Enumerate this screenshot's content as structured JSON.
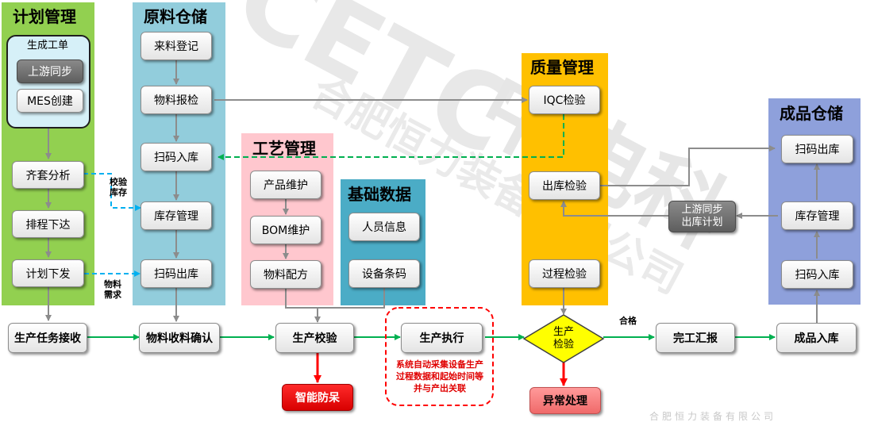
{
  "sections": {
    "plan": "计划管理",
    "raw_warehouse": "原料仓储",
    "process": "工艺管理",
    "base_data": "基础数据",
    "quality": "质量管理",
    "finished_warehouse": "成品仓储"
  },
  "plan": {
    "group_title": "生成工单",
    "upstream_sync": "上游同步",
    "mes_create": "MES创建",
    "kitting": "齐套分析",
    "scheduling": "排程下达",
    "plan_release": "计划下发"
  },
  "raw": {
    "receipt_register": "来料登记",
    "material_inspect": "物料报检",
    "scan_in": "扫码入库",
    "stock_mgmt": "库存管理",
    "scan_out": "扫码出库"
  },
  "process": {
    "product_maint": "产品维护",
    "bom_maint": "BOM维护",
    "material_mix": "物料配方"
  },
  "base": {
    "personnel": "人员信息",
    "equipment_code": "设备条码"
  },
  "quality": {
    "iqc": "IQC检验",
    "outbound_inspect": "出库检验",
    "process_inspect": "过程检验"
  },
  "finished": {
    "scan_out": "扫码出库",
    "stock_mgmt": "库存管理",
    "scan_in": "扫码入库",
    "upstream_sync_plan_1": "上游同步",
    "upstream_sync_plan_2": "出库计划"
  },
  "flow": {
    "task_receive": "生产任务接收",
    "material_confirm": "物料收料确认",
    "prod_check": "生产校验",
    "prod_exec": "生产执行",
    "prod_inspect_1": "生产",
    "prod_inspect_2": "检验",
    "complete_report": "完工汇报",
    "finished_in": "成品入库",
    "smart_proof": "智能防呆",
    "exception": "异常处理",
    "pass_label": "合格"
  },
  "notes": {
    "check_stock_1": "校验",
    "check_stock_2": "库存",
    "material_demand_1": "物料",
    "material_demand_2": "需求",
    "auto_collect_1": "系统自动采集设备生产",
    "auto_collect_2": "过程数据和起始时间等",
    "auto_collect_3": "并与产出关联"
  },
  "watermark": {
    "logo": "CETC",
    "cn": "中电科",
    "company_1": "合肥恒力装备有限公司",
    "company_2": "合肥恒力装备有限公司"
  },
  "colors": {
    "plan": "#92d050",
    "raw_warehouse": "#92cddc",
    "process": "#ffc7ce",
    "base_data": "#4bacc6",
    "quality": "#ffc000",
    "finished_warehouse": "#8ea0db",
    "flow_arrow": "#00b050",
    "dashed_arrow": "#00b0f0",
    "gray_arrow": "#808080",
    "red_arrow": "#ff0000"
  }
}
